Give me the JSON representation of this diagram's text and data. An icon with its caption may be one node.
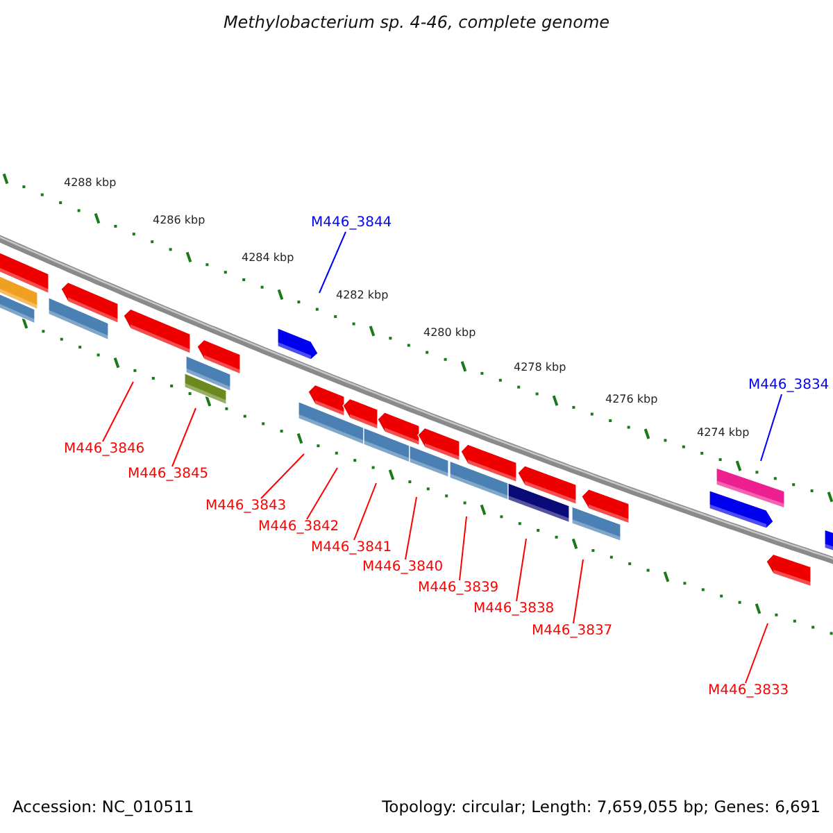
{
  "diagram": {
    "title": "Methylobacterium sp. 4-46, complete genome",
    "nodes": [
      {
        "text": [
          "M446_3844"
        ]
      },
      {
        "text": [
          "M446_3834"
        ]
      },
      {
        "text": [
          "M446_3846"
        ]
      },
      {
        "text": [
          "M446_3845"
        ]
      },
      {
        "text": [
          "M446_3843"
        ]
      },
      {
        "text": [
          "M446_3842"
        ]
      },
      {
        "text": [
          "M446_3841"
        ]
      },
      {
        "text": [
          "M446_3840"
        ]
      },
      {
        "text": [
          "M446_3839"
        ]
      },
      {
        "text": [
          "M446_3838"
        ]
      },
      {
        "text": [
          "M446_3837"
        ]
      },
      {
        "text": [
          "M446_3833"
        ]
      }
    ],
    "edges": [
      {
        "from": 0,
        "to": null,
        "arrow": "none",
        "color": "#0000ff"
      },
      {
        "from": 1,
        "to": null,
        "arrow": "none",
        "color": "#0000ff"
      },
      {
        "from": 2,
        "to": null,
        "arrow": "none"
      },
      {
        "from": 3,
        "to": null,
        "arrow": "none"
      },
      {
        "from": 4,
        "to": null,
        "arrow": "none"
      },
      {
        "from": 5,
        "to": null,
        "arrow": "none"
      },
      {
        "from": 6,
        "to": null,
        "arrow": "none"
      },
      {
        "from": 7,
        "to": null,
        "arrow": "none"
      },
      {
        "from": 8,
        "to": null,
        "arrow": "none"
      },
      {
        "from": 9,
        "to": null,
        "arrow": "none"
      },
      {
        "from": 10,
        "to": null,
        "arrow": "none"
      },
      {
        "from": 11,
        "to": null,
        "arrow": "none"
      }
    ],
    "labels": [
      "4288 kbp",
      "4286 kbp",
      "4284 kbp",
      "4282 kbp",
      "4280 kbp",
      "4278 kbp",
      "4276 kbp",
      "4274 kbp",
      "Accession: NC_010511",
      "Topology: circular; Length: 7,659,055 bp; Genes: 6,691"
    ]
  }
}
